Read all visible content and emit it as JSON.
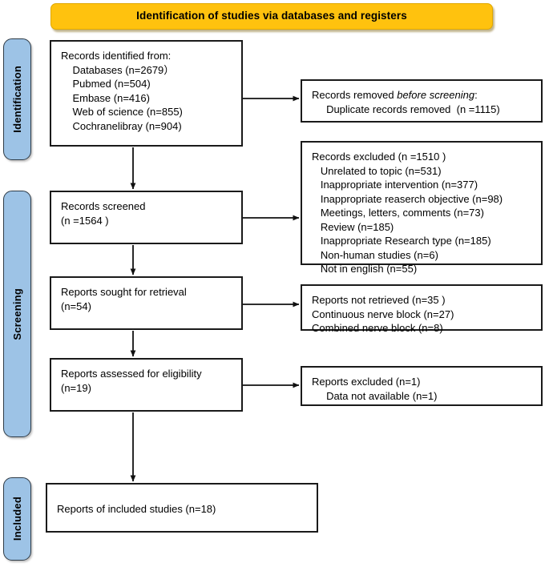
{
  "banner": {
    "title": "Identification of studies via databases and registers"
  },
  "stages": [
    {
      "key": "identification",
      "label": "Identification"
    },
    {
      "key": "screening",
      "label": "Screening"
    },
    {
      "key": "included",
      "label": "Included"
    }
  ],
  "colors": {
    "banner_fill": "#FFC20E",
    "stage_fill": "#9DC3E6",
    "box_border": "#1a1a1a",
    "text": "#000000"
  },
  "boxes": {
    "identified": "Records identified from:\n    Databases (n=2679）\n    Pubmed (n=504)\n    Embase (n=416)\n    Web of science (n=855)\n    Cochranelibray (n=904)",
    "removed_line1_a": "Records removed ",
    "removed_line1_italic": "before screening",
    "removed_line1_b": ":",
    "removed_line2": "     Duplicate records removed  (n =1115)",
    "screened": "Records screened\n(n =1564 )",
    "excluded": "Records excluded (n =1510 )\n   Unrelated to topic (n=531)\n   Inappropriate intervention (n=377)\n   Inappropriate reaserch objective (n=98)\n   Meetings, letters, comments (n=73)\n   Review (n=185)\n   Inappropriate Research type (n=185)\n   Non-human studies (n=6)\n   Not in english (n=55)",
    "sought": "Reports sought for retrieval\n(n=54)",
    "not_retrieved": "Reports not retrieved (n=35 )\nContinuous nerve block (n=27)\nCombined nerve block (n=8)",
    "assessed": "Reports assessed for eligibility\n(n=19)",
    "reports_excluded": "Reports excluded (n=1)\n     Data not available (n=1)",
    "included": "Reports of included studies (n=18)"
  }
}
